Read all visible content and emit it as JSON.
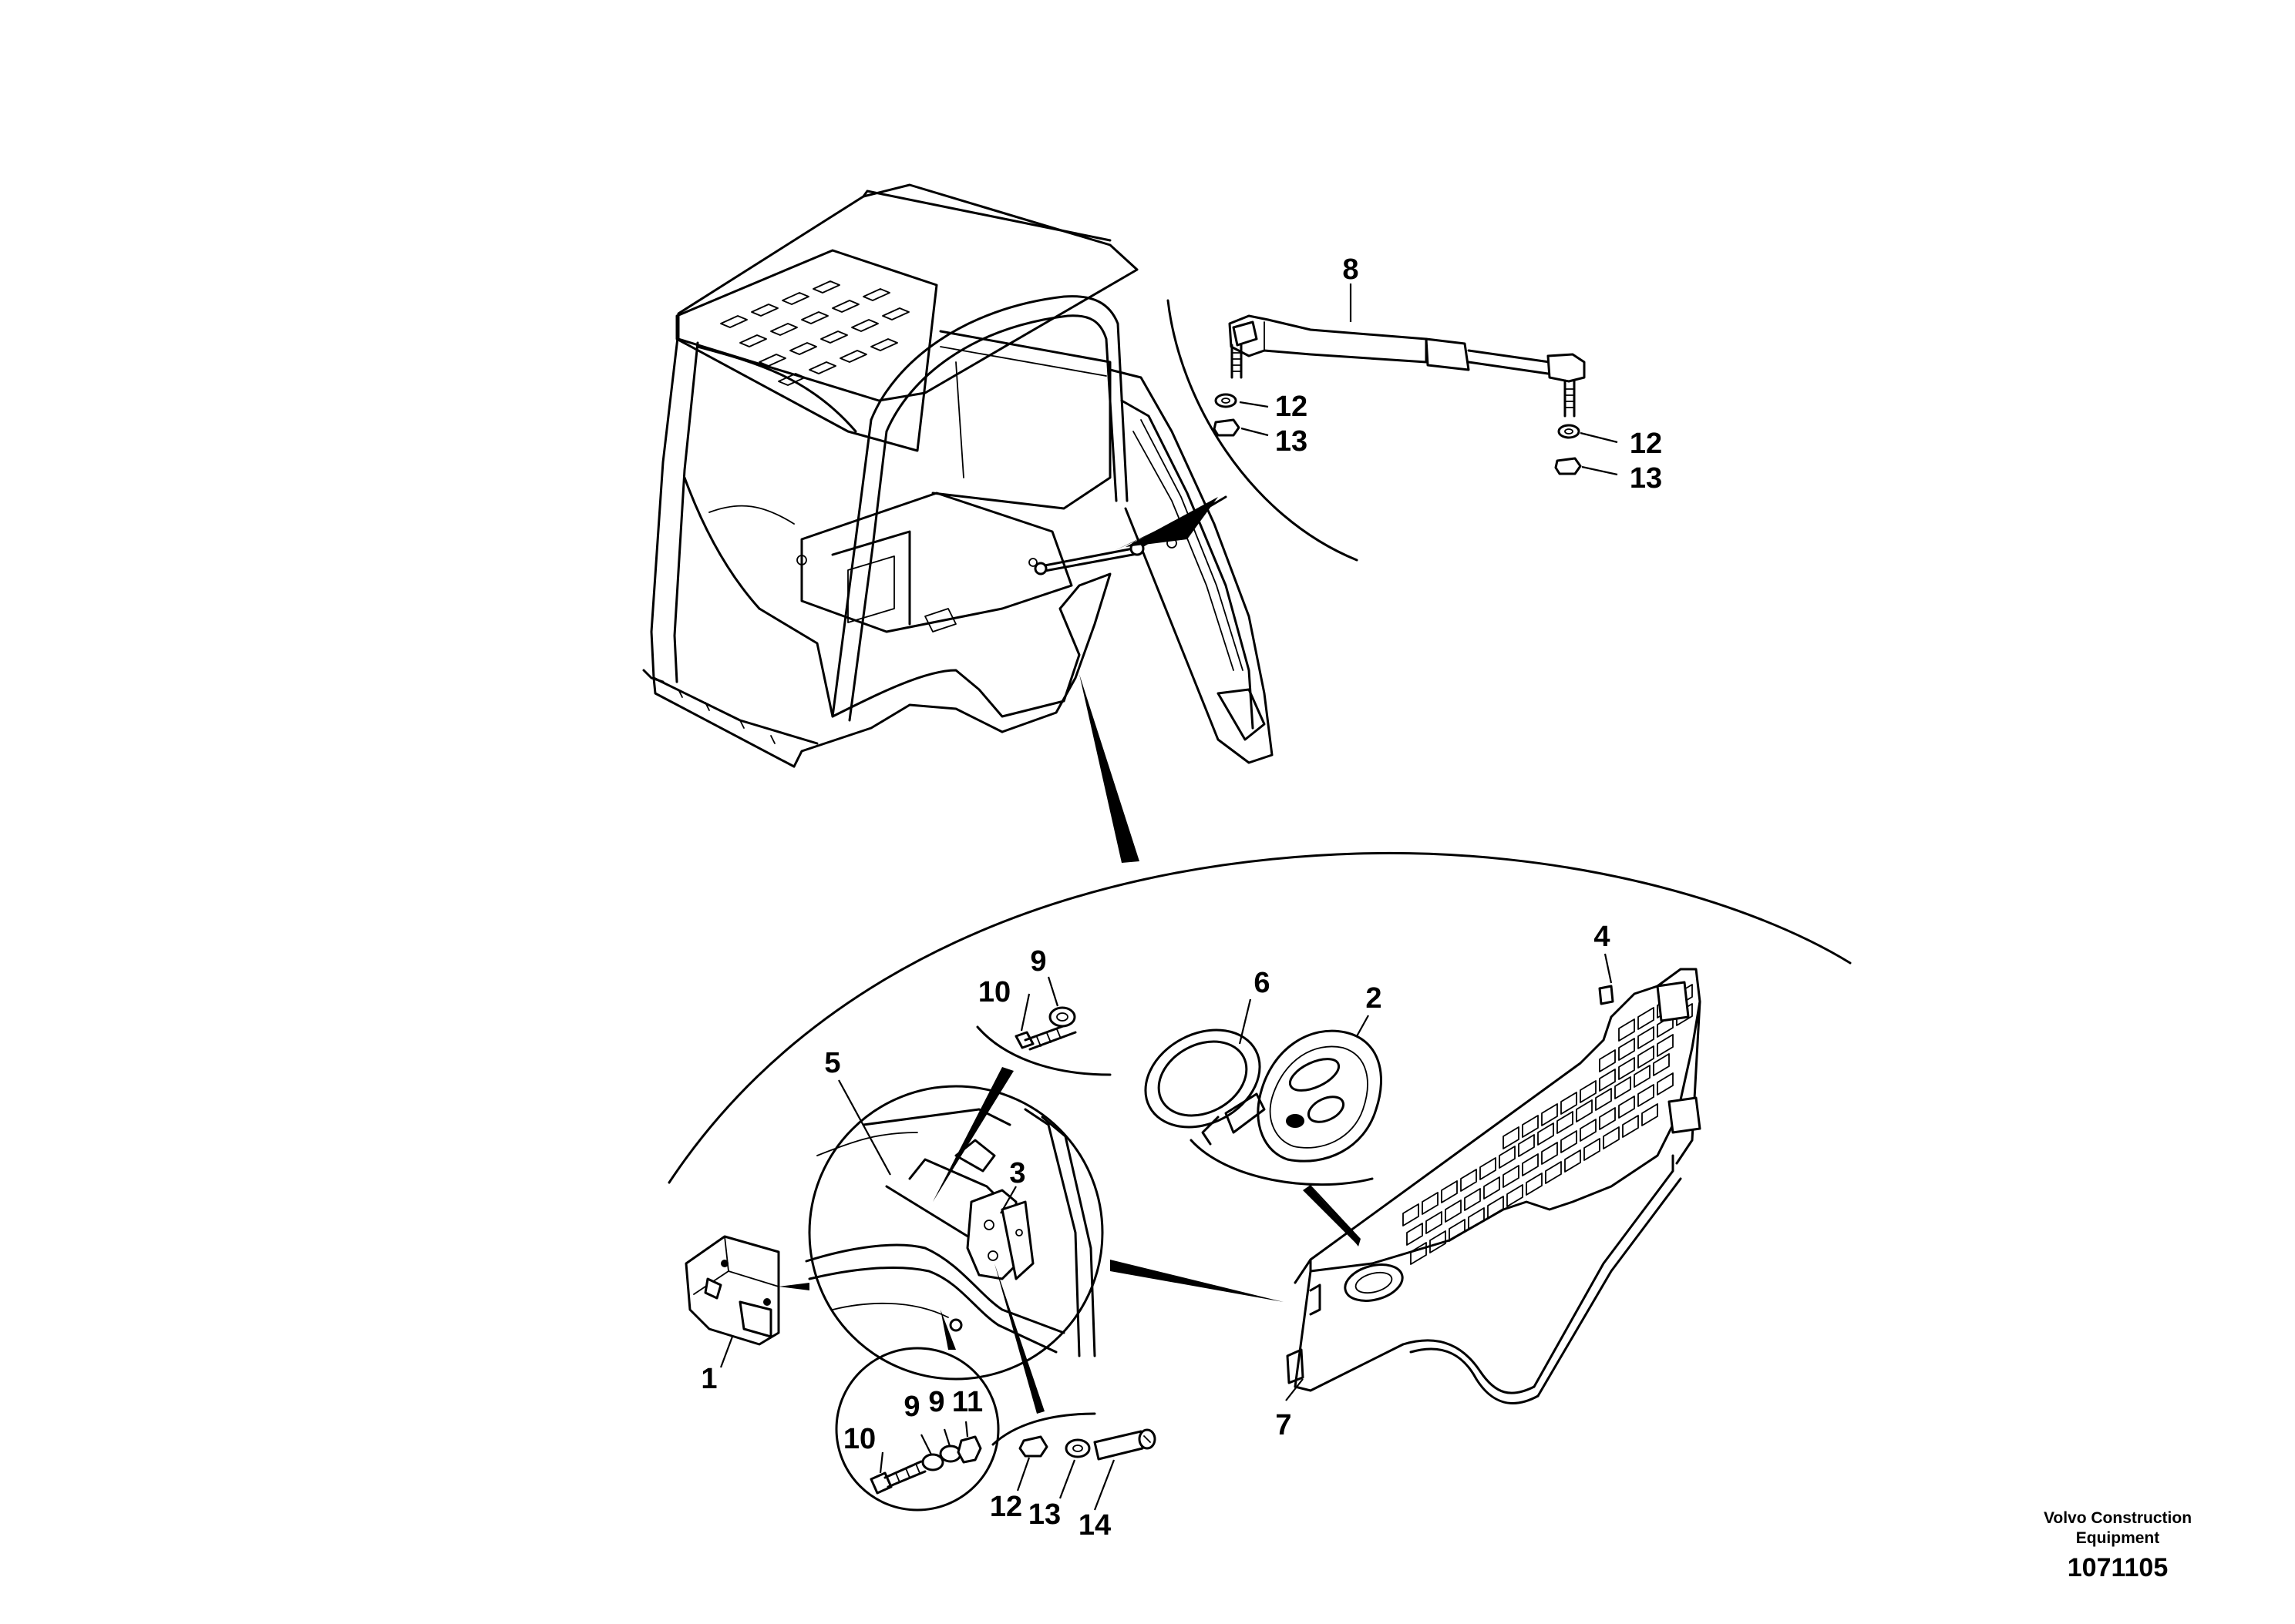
{
  "labels": {
    "p1": "1",
    "p2": "2",
    "p3": "3",
    "p4": "4",
    "p5": "5",
    "p6": "6",
    "p7": "7",
    "p8": "8",
    "p9a": "9",
    "p9b": "9",
    "p9c": "9",
    "p10a": "10",
    "p10b": "10",
    "p11": "11",
    "p12a": "12",
    "p12b": "12",
    "p12c": "12",
    "p13a": "13",
    "p13b": "13",
    "p13c": "13",
    "p14": "14"
  },
  "footer": {
    "company_line1": "Volvo Construction",
    "company_line2": "Equipment",
    "drawing_number": "1071105"
  }
}
